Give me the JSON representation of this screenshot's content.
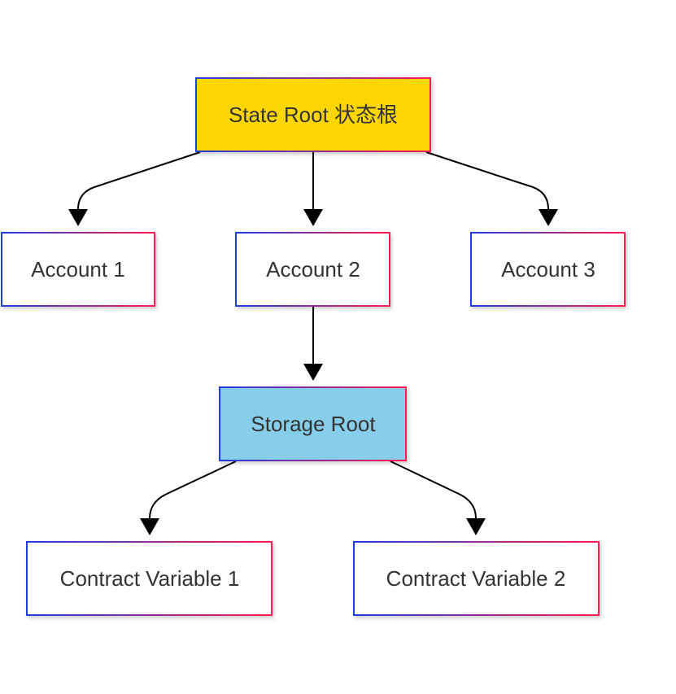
{
  "colors": {
    "border_start": "#1f3fe0",
    "border_end": "#ff1a4f",
    "default_fill": "#ffffff",
    "state_root_fill": "#ffd700",
    "storage_root_fill": "#87ceeb",
    "edge": "#000000",
    "text": "#333333"
  },
  "nodes": [
    {
      "id": "state-root",
      "label": "State Root 状态根",
      "fill": "#ffd700"
    },
    {
      "id": "account-1",
      "label": "Account 1",
      "fill": "#ffffff"
    },
    {
      "id": "account-2",
      "label": "Account 2",
      "fill": "#ffffff"
    },
    {
      "id": "account-3",
      "label": "Account 3",
      "fill": "#ffffff"
    },
    {
      "id": "storage-root",
      "label": "Storage Root",
      "fill": "#87ceeb"
    },
    {
      "id": "contract-variable-1",
      "label": "Contract Variable 1",
      "fill": "#ffffff"
    },
    {
      "id": "contract-variable-2",
      "label": "Contract Variable 2",
      "fill": "#ffffff"
    }
  ],
  "edges": [
    {
      "from": "state-root",
      "to": "account-1"
    },
    {
      "from": "state-root",
      "to": "account-2"
    },
    {
      "from": "state-root",
      "to": "account-3"
    },
    {
      "from": "account-2",
      "to": "storage-root"
    },
    {
      "from": "storage-root",
      "to": "contract-variable-1"
    },
    {
      "from": "storage-root",
      "to": "contract-variable-2"
    }
  ]
}
